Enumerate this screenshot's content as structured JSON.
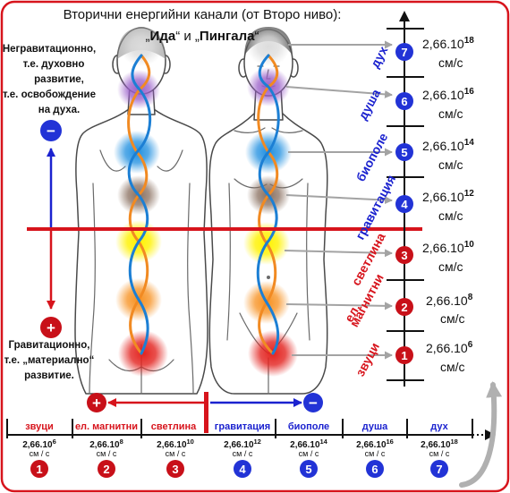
{
  "title": {
    "line1": "Вторични енергийни канали (от Второ ниво):",
    "quote_open": "„",
    "ida": "Ида",
    "conjunction": "“ и „",
    "pingala": "Пингала",
    "quote_close": "“"
  },
  "left_top": {
    "lines": [
      "Негравитационно,",
      "т.е. духовно",
      "развитие,",
      "т.е. освобождение",
      "на духа."
    ],
    "sign": "−"
  },
  "left_bottom": {
    "lines": [
      "Гравитационно,",
      "т.е. „материално“",
      "развитие."
    ],
    "sign": "+"
  },
  "colors": {
    "border": "#d7141c",
    "red": "#d7141c",
    "blue": "#1b22cf",
    "circle_red": "#c81019",
    "circle_blue": "#2233d6",
    "arrow_gray": "#a3a3a3",
    "channel_orange": "#f18a22",
    "channel_blue": "#1c7fd4"
  },
  "chakra_colors": [
    "#dcdcdc",
    "#9a5fc9",
    "#1f8fe0",
    "#8a7060",
    "#fff200",
    "#f7901e",
    "#e3231f"
  ],
  "levels": [
    {
      "number": "7",
      "axis_label": [
        "дух"
      ],
      "base": "2,66.10",
      "exponent": "18",
      "unit": "см/с"
    },
    {
      "number": "6",
      "axis_label": [
        "душа"
      ],
      "base": "2,66.10",
      "exponent": "16",
      "unit": "см/с"
    },
    {
      "number": "5",
      "axis_label": [
        "биополе"
      ],
      "base": "2,66.10",
      "exponent": "14",
      "unit": "см/с"
    },
    {
      "number": "4",
      "axis_label": [
        "гравитация"
      ],
      "base": "2,66.10",
      "exponent": "12",
      "unit": "см/с"
    },
    {
      "number": "3",
      "axis_label": [
        "светлина"
      ],
      "base": "2,66.10",
      "exponent": "10",
      "unit": "см/с"
    },
    {
      "number": "2",
      "axis_label": [
        "ел.",
        "магнитни"
      ],
      "base": "2,66.10",
      "exponent": "8",
      "unit": "см/с"
    },
    {
      "number": "1",
      "axis_label": [
        "звуци"
      ],
      "base": "2,66.10",
      "exponent": "6",
      "unit": "см/с"
    }
  ],
  "bottom_scale": {
    "plus_sign": "+",
    "minus_sign": "−",
    "items": [
      {
        "number": "1",
        "label": "звуци",
        "base": "2,66.10",
        "exponent": "6",
        "unit": "см / с"
      },
      {
        "number": "2",
        "label": "ел. магнитни",
        "base": "2,66.10",
        "exponent": "8",
        "unit": "см / с"
      },
      {
        "number": "3",
        "label": "светлина",
        "base": "2,66.10",
        "exponent": "10",
        "unit": "см / с"
      },
      {
        "number": "4",
        "label": "гравитация",
        "base": "2,66.10",
        "exponent": "12",
        "unit": "см / с"
      },
      {
        "number": "5",
        "label": "биополе",
        "base": "2,66.10",
        "exponent": "14",
        "unit": "см / с"
      },
      {
        "number": "6",
        "label": "душа",
        "base": "2,66.10",
        "exponent": "16",
        "unit": "см / с"
      },
      {
        "number": "7",
        "label": "дух",
        "base": "2,66.10",
        "exponent": "18",
        "unit": "см / с"
      }
    ]
  }
}
